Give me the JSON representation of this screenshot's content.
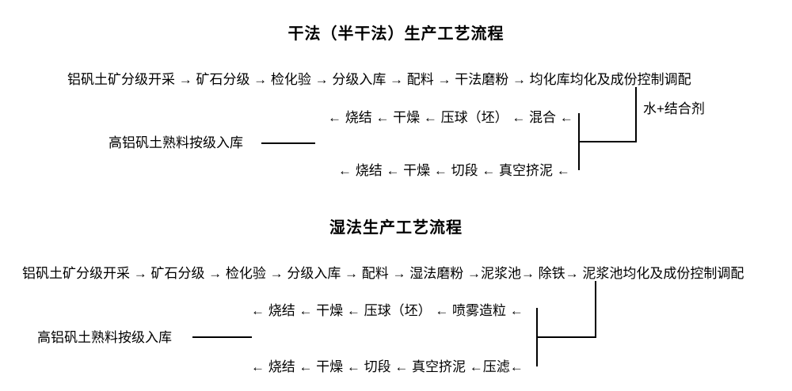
{
  "page": {
    "background_color": "#ffffff",
    "text_color": "#000000",
    "line_color": "#000000"
  },
  "dry_process": {
    "title": "干法（半干法）生产工艺流程",
    "main_line": "铝矾土矿分级开采 → 矿石分级 → 检化验 → 分级入库 → 配料 → 干法磨粉 → 均化库均化及成份控制调配",
    "additive_label": "水+结合剂",
    "pressing_line": "← 烧结 ← 干燥 ← 压球（坯） ← 混合 ←",
    "storage_label": "高铝矾土熟料按级入库",
    "extrusion_line": "← 烧结 ← 干燥 ← 切段 ← 真空挤泥 ←"
  },
  "wet_process": {
    "title": "湿法生产工艺流程",
    "main_line": "铝矾土矿分级开采 → 矿石分级 → 检化验 → 分级入库 → 配料 → 湿法磨粉 →泥浆池→ 除铁→ 泥浆池均化及成份控制调配",
    "pressing_line": "← 烧结 ← 干燥 ← 压球（坯） ← 喷雾造粒 ←",
    "storage_label": "高铝矾土熟料按级入库",
    "extrusion_line": "← 烧结 ← 干燥 ← 切段 ← 真空挤泥 ←压滤←"
  }
}
